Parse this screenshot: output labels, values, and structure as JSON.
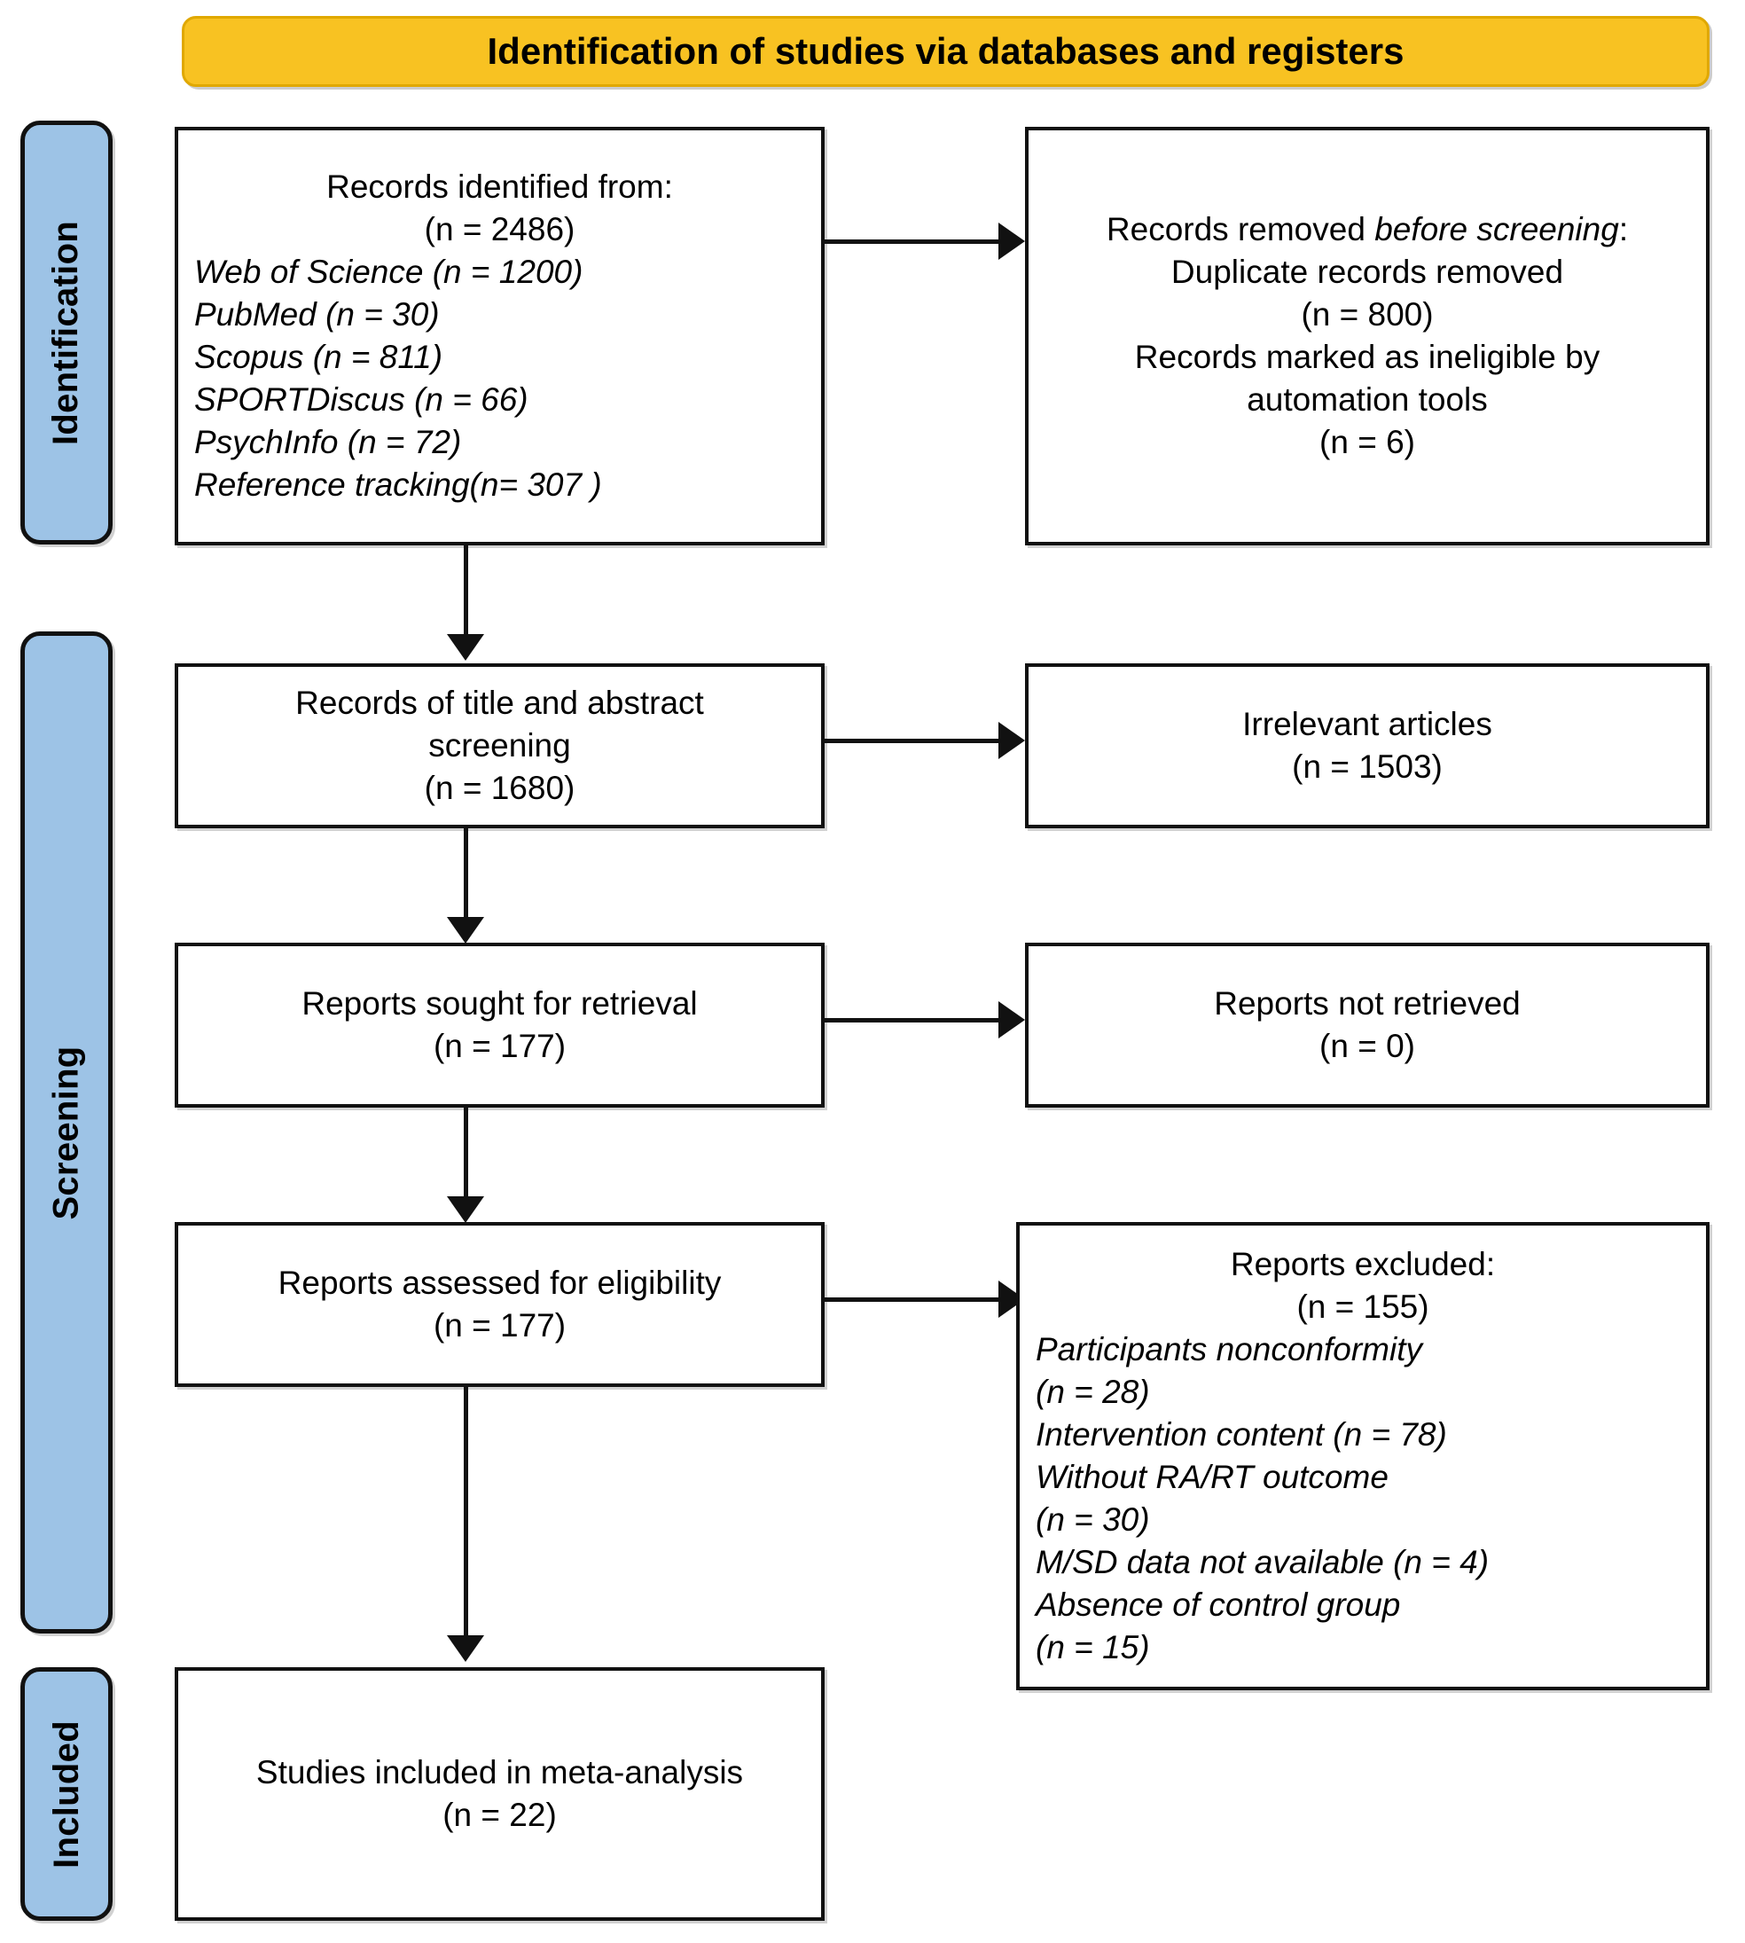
{
  "header": {
    "title": "Identification of studies via databases and registers",
    "background_color": "#F8C222"
  },
  "phases": {
    "bar_color": "#9DC3E6",
    "identification": "Identification",
    "screening": "Screening",
    "included": "Included"
  },
  "boxes": {
    "records_identified": {
      "line1": "Records identified from:",
      "line2": "(n = 2486)",
      "sources": [
        "Web of Science (n = 1200)",
        "PubMed (n = 30)",
        "Scopus (n = 811)",
        "SPORTDiscus (n = 66)",
        "PsychInfo (n = 72)",
        "Reference tracking(n= 307 )"
      ]
    },
    "records_removed": {
      "line1_prefix": "Records removed ",
      "line1_italic": "before screening",
      "line1_suffix": ":",
      "line2": "Duplicate records removed",
      "line3": "(n = 800)",
      "line4": "Records marked as ineligible by",
      "line5": "automation tools",
      "line6": "(n = 6)"
    },
    "title_abstract_screening": {
      "line1": "Records of title and abstract",
      "line2": "screening",
      "line3": "(n = 1680)"
    },
    "irrelevant_articles": {
      "line1": "Irrelevant articles",
      "line2": "(n = 1503)"
    },
    "reports_sought": {
      "line1": "Reports sought for retrieval",
      "line2": "(n = 177)"
    },
    "reports_not_retrieved": {
      "line1": "Reports not retrieved",
      "line2": "(n = 0)"
    },
    "reports_assessed": {
      "line1": "Reports assessed for eligibility",
      "line2": "(n = 177)"
    },
    "reports_excluded": {
      "line1": "Reports excluded:",
      "line2": "(n = 155)",
      "reasons": [
        "Participants nonconformity",
        "(n = 28)",
        "Intervention content (n = 78)",
        "Without RA/RT outcome",
        "(n = 30)",
        "M/SD data not available (n = 4)",
        "Absence of control group",
        "(n = 15)"
      ]
    },
    "studies_included": {
      "line1": "Studies included in meta-analysis",
      "line2": "(n = 22)"
    }
  },
  "chart_data": {
    "type": "diagram",
    "title": "Identification of studies via databases and registers",
    "flow": [
      {
        "stage": "Records identified",
        "n": 2486
      },
      {
        "stage": "Web of Science",
        "n": 1200
      },
      {
        "stage": "PubMed",
        "n": 30
      },
      {
        "stage": "Scopus",
        "n": 811
      },
      {
        "stage": "SPORTDiscus",
        "n": 66
      },
      {
        "stage": "PsychInfo",
        "n": 72
      },
      {
        "stage": "Reference tracking",
        "n": 307
      },
      {
        "stage": "Duplicate records removed",
        "n": 800
      },
      {
        "stage": "Records marked ineligible by automation tools",
        "n": 6
      },
      {
        "stage": "Records of title and abstract screening",
        "n": 1680
      },
      {
        "stage": "Irrelevant articles",
        "n": 1503
      },
      {
        "stage": "Reports sought for retrieval",
        "n": 177
      },
      {
        "stage": "Reports not retrieved",
        "n": 0
      },
      {
        "stage": "Reports assessed for eligibility",
        "n": 177
      },
      {
        "stage": "Reports excluded",
        "n": 155
      },
      {
        "stage": "Participants nonconformity",
        "n": 28
      },
      {
        "stage": "Intervention content",
        "n": 78
      },
      {
        "stage": "Without RA/RT outcome",
        "n": 30
      },
      {
        "stage": "M/SD data not available",
        "n": 4
      },
      {
        "stage": "Absence of control group",
        "n": 15
      },
      {
        "stage": "Studies included in meta-analysis",
        "n": 22
      }
    ]
  }
}
